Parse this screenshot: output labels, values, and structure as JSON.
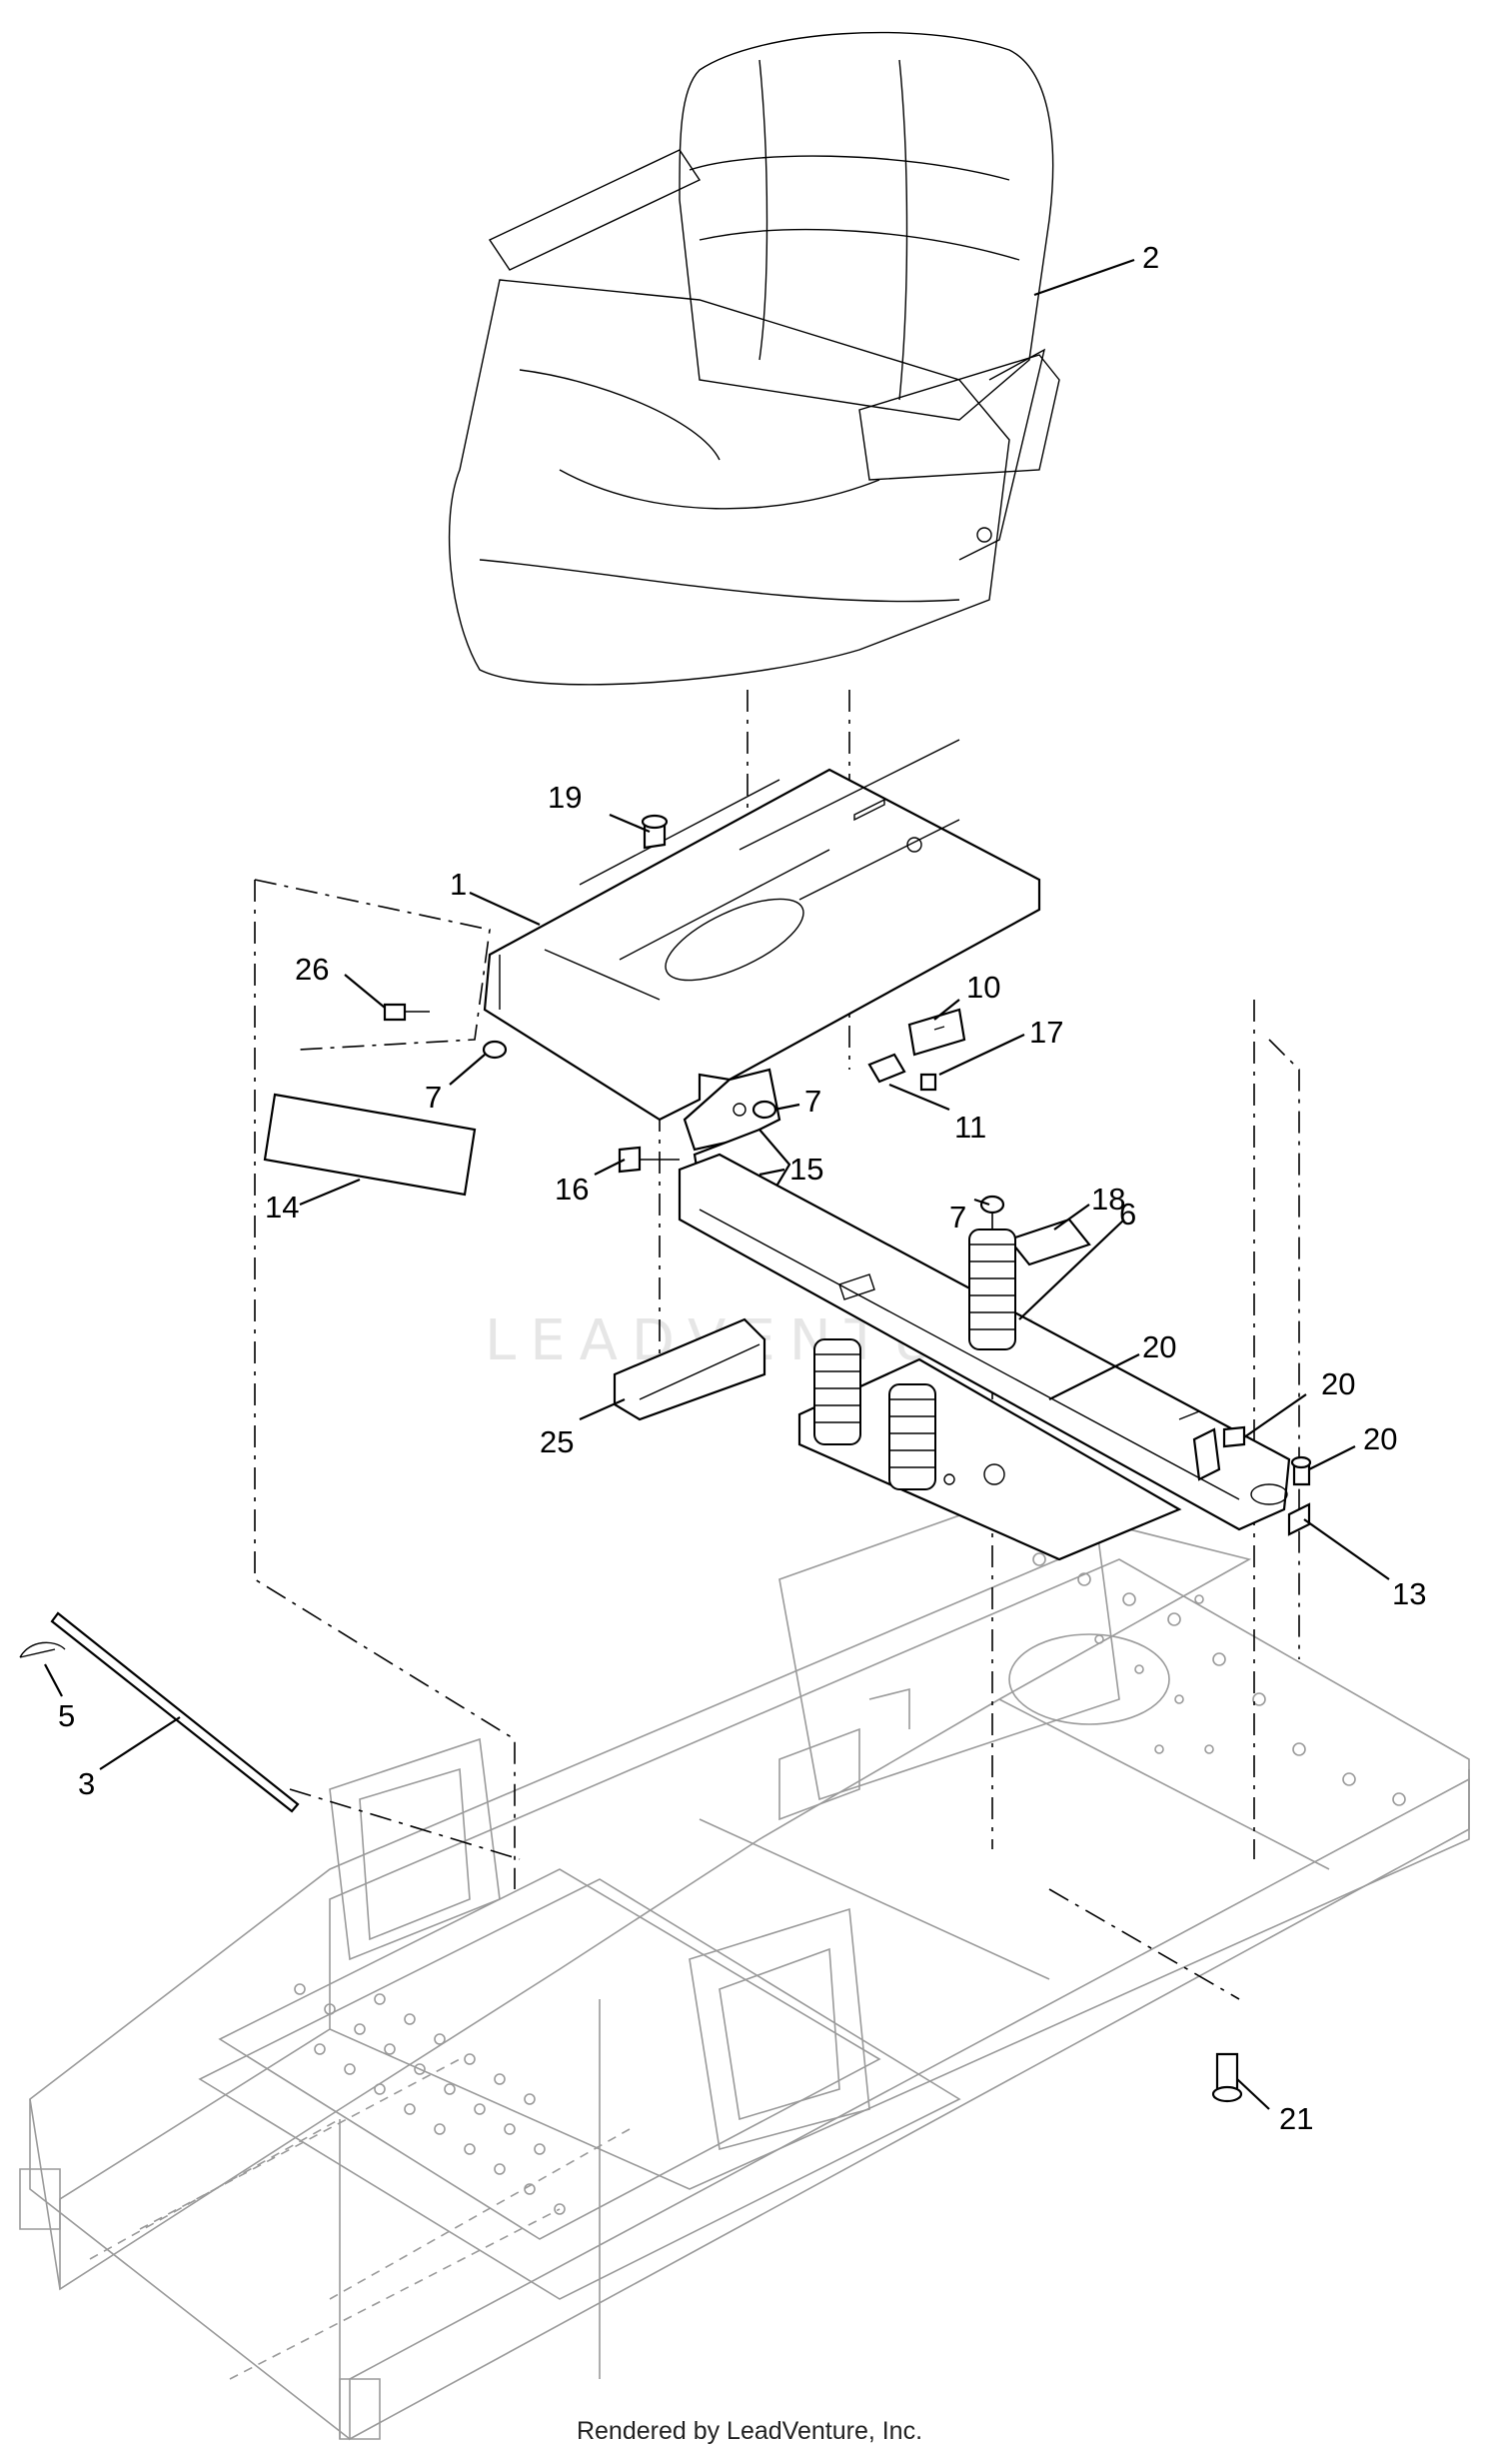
{
  "watermark": "LEADVENTURE",
  "footer": "Rendered by LeadVenture, Inc.",
  "callouts": [
    "1",
    "2",
    "3",
    "5",
    "6",
    "7",
    "7",
    "7",
    "10",
    "11",
    "13",
    "14",
    "15",
    "16",
    "17",
    "18",
    "19",
    "20",
    "20",
    "20",
    "21",
    "25",
    "26"
  ]
}
